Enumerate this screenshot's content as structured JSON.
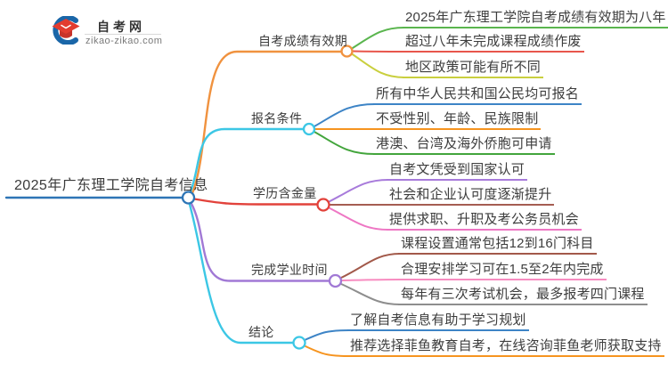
{
  "logo": {
    "icon": "graduation-cap-icon",
    "site_name": "自考网",
    "site_url": "zikao-zikao.com",
    "brand_blue": "#1a66a8",
    "brand_red": "#e23c30"
  },
  "mindmap": {
    "root": {
      "label": "2025年广东理工学院自考信息",
      "color": "#2e75b6"
    },
    "branches": [
      {
        "label": "自考成绩有效期",
        "color": "#f0923f",
        "children": [
          {
            "label": "2025年广东理工学院自考成绩有效期为八年",
            "color": "#5ab54e"
          },
          {
            "label": "超过八年未完成课程成绩作废",
            "color": "#e8564c"
          },
          {
            "label": "地区政策可能有所不同",
            "color": "#c9cf3e"
          }
        ]
      },
      {
        "label": "报名条件",
        "color": "#3cc7e5",
        "children": [
          {
            "label": "所有中华人民共和国公民均可报名",
            "color": "#3d84c6"
          },
          {
            "label": "不受性别、年龄、民族限制",
            "color": "#f6941f"
          },
          {
            "label": "港澳、台湾及海外侨胞可申请",
            "color": "#43a53c"
          }
        ]
      },
      {
        "label": "学历含金量",
        "color": "#e2423b",
        "children": [
          {
            "label": "自考文凭受到国家认可",
            "color": "#a87bdb"
          },
          {
            "label": "社会和企业认可度逐渐提升",
            "color": "#a55d52"
          },
          {
            "label": "提供求职、升职及考公务员机会",
            "color": "#ee77c4"
          }
        ]
      },
      {
        "label": "完成学业时间",
        "color": "#a179d5",
        "children": [
          {
            "label": "课程设置通常包括12到16门科目",
            "color": "#a2594a"
          },
          {
            "label": "合理安排学习可在1.5至2年内完成",
            "color": "#f78cc0"
          },
          {
            "label": "每年有三次考试机会，最多报考四门课程",
            "color": "#8e8e8e"
          }
        ]
      },
      {
        "label": "结论",
        "color": "#3cc7e5",
        "children": [
          {
            "label": "了解自考信息有助于学习规划",
            "color": "#3d84c6"
          },
          {
            "label": "推荐选择菲鱼教育自考，在线咨询菲鱼老师获取支持",
            "color": "#f6941f"
          }
        ]
      }
    ]
  }
}
